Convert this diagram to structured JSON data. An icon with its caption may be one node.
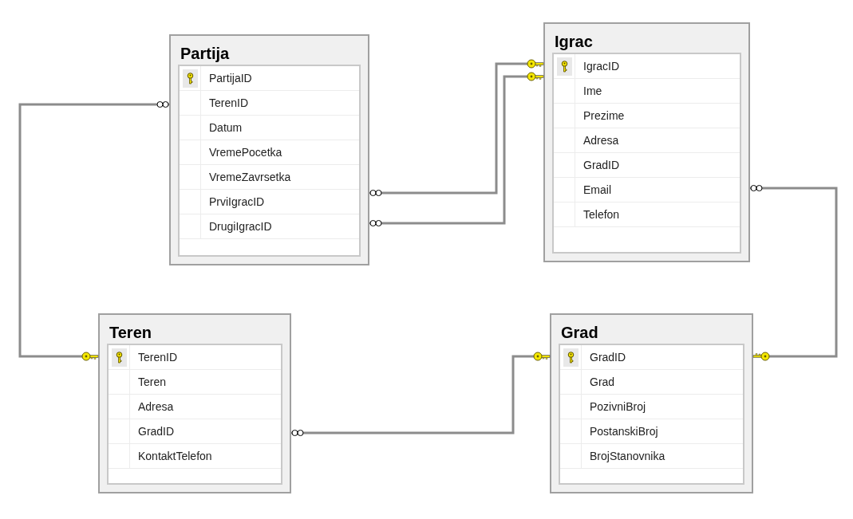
{
  "diagram": {
    "nodes": [
      {
        "text": [
          "Partija",
          "PartijaID",
          "TerenID",
          "Datum",
          "VremePocetka",
          "VremeZavrsetka",
          "PrviIgracID",
          "DrugiIgracID"
        ]
      },
      {
        "text": [
          "Igrac",
          "IgracID",
          "Ime",
          "Prezime",
          "Adresa",
          "GradID",
          "Email",
          "Telefon"
        ]
      },
      {
        "text": [
          "Teren",
          "TerenID",
          "Teren",
          "Adresa",
          "GradID",
          "KontaktTelefon"
        ]
      },
      {
        "text": [
          "Grad",
          "GradID",
          "Grad",
          "PozivniBroj",
          "PostanskiBroj",
          "BrojStanovnika"
        ]
      }
    ],
    "edges": [
      {
        "from": 0,
        "to": 2,
        "arrow": "other"
      },
      {
        "from": 0,
        "to": 1,
        "arrow": "other"
      },
      {
        "from": 0,
        "to": 1,
        "arrow": "other"
      },
      {
        "from": 1,
        "to": 3,
        "arrow": "other"
      },
      {
        "from": 2,
        "to": 3,
        "arrow": "other"
      }
    ]
  }
}
